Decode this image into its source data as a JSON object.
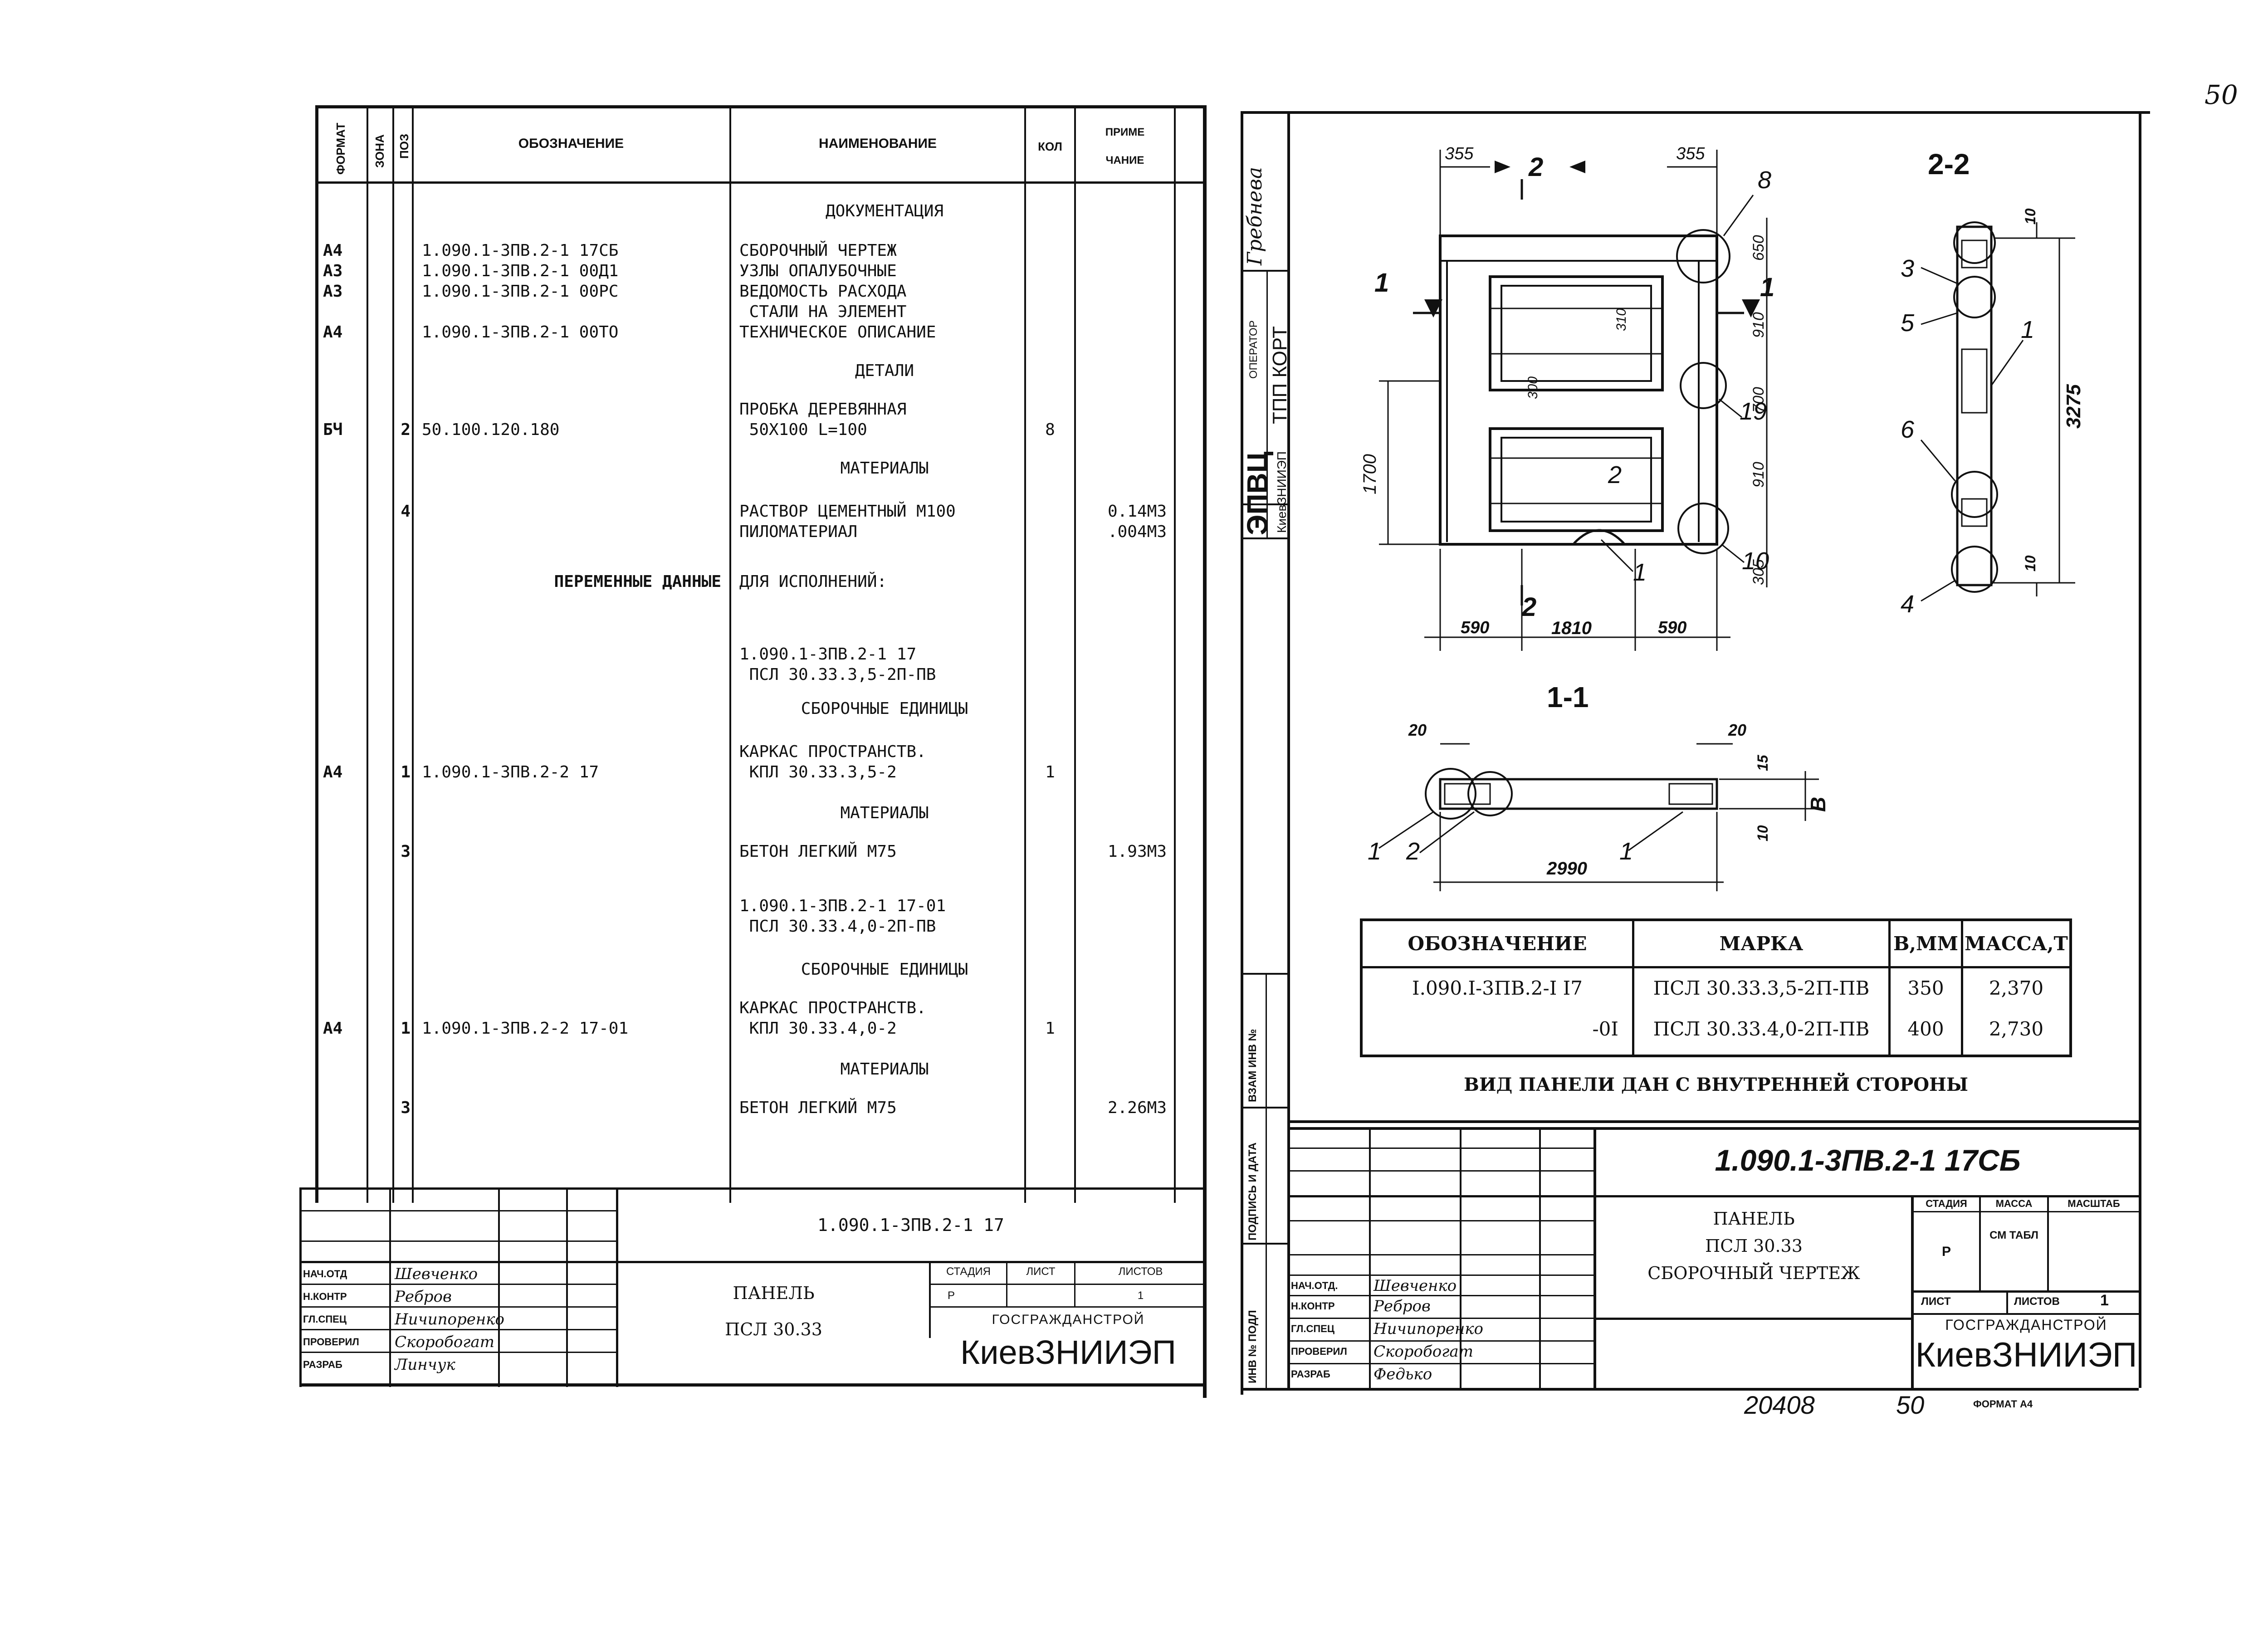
{
  "page_number": "50",
  "spec": {
    "headers": {
      "format": "ФОРМАТ",
      "zone": "ЗОНА",
      "pos": "ПОЗ",
      "designation": "ОБОЗНАЧЕНИЕ",
      "name": "НАИМЕНОВАНИЕ",
      "qty": "КОЛ",
      "note1": "ПРИМЕ",
      "note2": "ЧАНИЕ"
    },
    "rows": [
      {
        "fmt": "",
        "zone": "",
        "pos": "",
        "des": "",
        "name": "ДОКУМЕНТАЦИЯ",
        "qty": "",
        "note": "",
        "section": true
      },
      {
        "fmt": "А4",
        "zone": "",
        "pos": "",
        "des": "1.090.1-3ПВ.2-1 17СБ",
        "name": "СБОРОЧНЫЙ ЧЕРТЕЖ",
        "qty": "",
        "note": ""
      },
      {
        "fmt": "А3",
        "zone": "",
        "pos": "",
        "des": "1.090.1-3ПВ.2-1 00Д1",
        "name": "УЗЛЫ ОПАЛУБОЧНЫЕ",
        "qty": "",
        "note": ""
      },
      {
        "fmt": "А3",
        "zone": "",
        "pos": "",
        "des": "1.090.1-3ПВ.2-1 00РС",
        "name": "ВЕДОМОСТЬ РАСХОДА",
        "qty": "",
        "note": ""
      },
      {
        "fmt": "",
        "zone": "",
        "pos": "",
        "des": "",
        "name": " СТАЛИ НА ЭЛЕМЕНТ",
        "qty": "",
        "note": ""
      },
      {
        "fmt": "А4",
        "zone": "",
        "pos": "",
        "des": "1.090.1-3ПВ.2-1 00ТО",
        "name": "ТЕХНИЧЕСКОЕ ОПИСАНИЕ",
        "qty": "",
        "note": ""
      },
      {
        "fmt": "",
        "zone": "",
        "pos": "",
        "des": "",
        "name": "ДЕТАЛИ",
        "qty": "",
        "note": "",
        "section": true
      },
      {
        "fmt": "",
        "zone": "",
        "pos": "",
        "des": "",
        "name": "ПРОБКА ДЕРЕВЯННАЯ",
        "qty": "",
        "note": ""
      },
      {
        "fmt": "БЧ",
        "zone": "",
        "pos": "2",
        "des": "50.100.120.180",
        "name": " 50Х100 L=100",
        "qty": "8",
        "note": ""
      },
      {
        "fmt": "",
        "zone": "",
        "pos": "",
        "des": "",
        "name": "МАТЕРИАЛЫ",
        "qty": "",
        "note": "",
        "section": true
      },
      {
        "fmt": "",
        "zone": "",
        "pos": "4",
        "des": "",
        "name": "РАСТВОР ЦЕМЕНТНЫЙ М100",
        "qty": "",
        "note": "0.14М3"
      },
      {
        "fmt": "",
        "zone": "",
        "pos": "",
        "des": "",
        "name": "ПИЛОМАТЕРИАЛ",
        "qty": "",
        "note": ".004М3"
      },
      {
        "fmt": "",
        "zone": "",
        "pos": "",
        "des": "ПЕРЕМЕННЫЕ ДАННЫЕ",
        "name": "ДЛЯ ИСПОЛНЕНИЙ:",
        "qty": "",
        "note": ""
      },
      {
        "fmt": "",
        "zone": "",
        "pos": "",
        "des": "",
        "name": "1.090.1-3ПВ.2-1 17",
        "qty": "",
        "note": ""
      },
      {
        "fmt": "",
        "zone": "",
        "pos": "",
        "des": "",
        "name": " ПСЛ 30.33.3,5-2П-ПВ",
        "qty": "",
        "note": ""
      },
      {
        "fmt": "",
        "zone": "",
        "pos": "",
        "des": "",
        "name": "СБОРОЧНЫЕ ЕДИНИЦЫ",
        "qty": "",
        "note": "",
        "section": true
      },
      {
        "fmt": "",
        "zone": "",
        "pos": "",
        "des": "",
        "name": "КАРКАС ПРОСТРАНСТВ.",
        "qty": "",
        "note": ""
      },
      {
        "fmt": "А4",
        "zone": "",
        "pos": "1",
        "des": "1.090.1-3ПВ.2-2 17",
        "name": " КПЛ 30.33.3,5-2",
        "qty": "1",
        "note": ""
      },
      {
        "fmt": "",
        "zone": "",
        "pos": "",
        "des": "",
        "name": "МАТЕРИАЛЫ",
        "qty": "",
        "note": "",
        "section": true
      },
      {
        "fmt": "",
        "zone": "",
        "pos": "3",
        "des": "",
        "name": "БЕТОН ЛЕГКИЙ М75",
        "qty": "",
        "note": "1.93М3"
      },
      {
        "fmt": "",
        "zone": "",
        "pos": "",
        "des": "",
        "name": "1.090.1-3ПВ.2-1 17-01",
        "qty": "",
        "note": ""
      },
      {
        "fmt": "",
        "zone": "",
        "pos": "",
        "des": "",
        "name": " ПСЛ 30.33.4,0-2П-ПВ",
        "qty": "",
        "note": ""
      },
      {
        "fmt": "",
        "zone": "",
        "pos": "",
        "des": "",
        "name": "СБОРОЧНЫЕ ЕДИНИЦЫ",
        "qty": "",
        "note": "",
        "section": true
      },
      {
        "fmt": "",
        "zone": "",
        "pos": "",
        "des": "",
        "name": "КАРКАС ПРОСТРАНСТВ.",
        "qty": "",
        "note": ""
      },
      {
        "fmt": "А4",
        "zone": "",
        "pos": "1",
        "des": "1.090.1-3ПВ.2-2 17-01",
        "name": " КПЛ 30.33.4,0-2",
        "qty": "1",
        "note": ""
      },
      {
        "fmt": "",
        "zone": "",
        "pos": "",
        "des": "",
        "name": "МАТЕРИАЛЫ",
        "qty": "",
        "note": "",
        "section": true
      },
      {
        "fmt": "",
        "zone": "",
        "pos": "3",
        "des": "",
        "name": "БЕТОН ЛЕГКИЙ М75",
        "qty": "",
        "note": "2.26М3"
      }
    ]
  },
  "left_title": {
    "code": "1.090.1-3ПВ.2-1 17",
    "roles": [
      "НАЧ.ОТД",
      "Н.КОНТР",
      "ГЛ.СПЕЦ",
      "ПРОВЕРИЛ",
      "РАЗРАБ"
    ],
    "names": [
      "Шевченко",
      "Ребров",
      "Ничипоренко",
      "Скоробогат",
      "Линчук"
    ],
    "title_1": "ПАНЕЛЬ",
    "title_2": "ПСЛ 30.33",
    "stage_h": "СТАДИЯ",
    "sheet_h": "ЛИСТ",
    "sheets_h": "ЛИСТОВ",
    "stage": "Р",
    "sheet": "",
    "sheets": "1",
    "org_1": "ГОСГРАЖДАНСТРОЙ",
    "org_2": "КиевЗНИИЭП"
  },
  "side_stamp": {
    "surname": "Гребнева",
    "operator_h": "ОПЕРАТОР",
    "dept": "ТПП КОРТ",
    "epvc": "ЭПВЦ",
    "inst": "КиевЗНИИЭП",
    "b1": "ВЗАМ ИНВ №",
    "b2": "ПОДПИСЬ И ДАТА",
    "b3": "ИНВ № ПОДЛ"
  },
  "drawing": {
    "section_22": "2-2",
    "section_11": "1-1",
    "dims_top": [
      "355",
      "355"
    ],
    "dims_bottom": [
      "590",
      "1810",
      "590"
    ],
    "dims_right": [
      "650",
      "910",
      "700",
      "910",
      "305"
    ],
    "dim_left": "1700",
    "dims_window": [
      "310",
      "300"
    ],
    "dims_22": [
      "10",
      "3275",
      "10"
    ],
    "dims_11": [
      "20",
      "20",
      "15",
      "В",
      "10",
      "2990"
    ],
    "cut_labels": [
      "2",
      "2",
      "1",
      "1"
    ],
    "callouts": [
      "8",
      "19",
      "10",
      "2",
      "1"
    ],
    "callouts_22": [
      "3",
      "5",
      "1",
      "6",
      "4"
    ],
    "callouts_11": [
      "1",
      "2",
      "1"
    ]
  },
  "marks_table": {
    "headers": [
      "ОБОЗНАЧЕНИЕ",
      "МАРКА",
      "В,ММ",
      "МАССА,Т"
    ],
    "rows": [
      [
        "I.090.I-3ПВ.2-I I7",
        "ПСЛ 30.33.3,5-2П-ПВ",
        "350",
        "2,370"
      ],
      [
        "-0I",
        "ПСЛ 30.33.4,0-2П-ПВ",
        "400",
        "2,730"
      ]
    ],
    "caption": "ВИД ПАНЕЛИ ДАН С ВНУТРЕННЕЙ СТОРОНЫ"
  },
  "right_title": {
    "code": "1.090.1-3ПВ.2-1   17СБ",
    "roles": [
      "НАЧ.ОТД.",
      "Н.КОНТР",
      "ГЛ.СПЕЦ",
      "ПРОВЕРИЛ",
      "РАЗРАБ"
    ],
    "names": [
      "Шевченко",
      "Ребров",
      "Ничипоренко",
      "Скоробогат",
      "Федько"
    ],
    "title_1": "ПАНЕЛЬ",
    "title_2": "ПСЛ 30.33",
    "title_3": "СБОРОЧНЫЙ ЧЕРТЕЖ",
    "stage_h": "СТАДИЯ",
    "mass_h": "МАССА",
    "scale_h": "МАСШТАБ",
    "stage": "Р",
    "mass": "СМ ТАБЛ",
    "sheet_h": "ЛИСТ",
    "sheets_h": "ЛИСТОВ",
    "sheets": "1",
    "org_1": "ГОСГРАЖДАНСТРОЙ",
    "org_2": "КиевЗНИИЭП"
  },
  "footer": {
    "inv": "20408",
    "num": "50",
    "format": "ФОРМАТ А4"
  }
}
